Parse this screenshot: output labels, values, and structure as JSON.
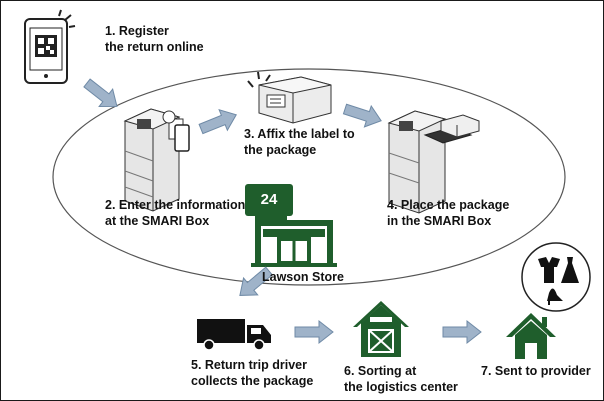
{
  "steps": [
    {
      "line1": "1. Register",
      "line2": "the return online"
    },
    {
      "line1": "2. Enter the information",
      "line2": "at the SMARI Box"
    },
    {
      "line1": "3. Affix the label to",
      "line2": "the package"
    },
    {
      "line1": "4. Place the package",
      "line2": "in the SMARI Box"
    },
    {
      "line1": "5. Return trip driver",
      "line2": "collects the package"
    },
    {
      "line1": "6. Sorting at",
      "line2": "the logistics center"
    },
    {
      "line1": "7. Sent to provider"
    }
  ],
  "store": {
    "label": "Lawson Store",
    "sign": "24"
  },
  "colors": {
    "arrow": "#9fb3c9",
    "arrow_stroke": "#6f8aa6",
    "green": "#1f5e2c",
    "black": "#111111"
  }
}
